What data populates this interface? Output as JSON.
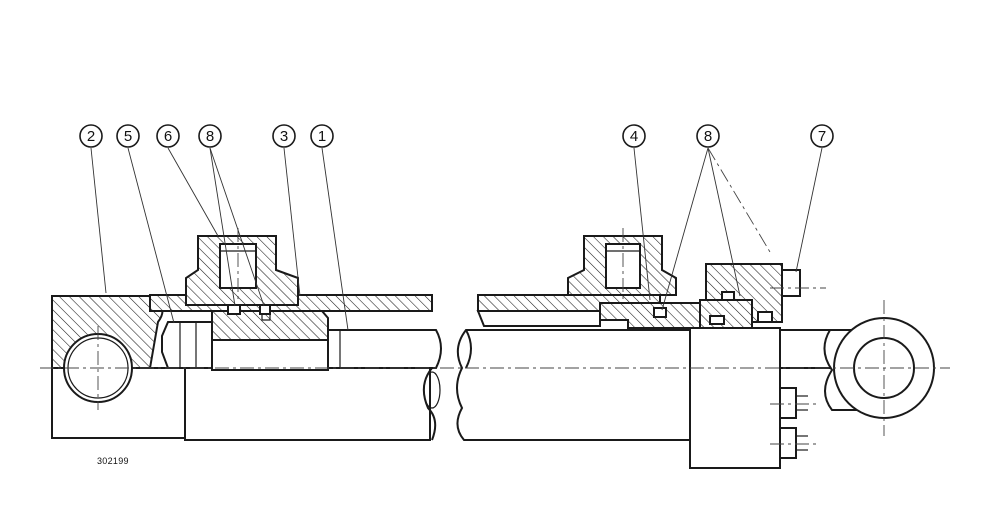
{
  "drawing": {
    "code": "302199",
    "callouts": [
      {
        "id": "c2",
        "label": "2"
      },
      {
        "id": "c5",
        "label": "5"
      },
      {
        "id": "c6",
        "label": "6"
      },
      {
        "id": "c8a",
        "label": "8"
      },
      {
        "id": "c3",
        "label": "3"
      },
      {
        "id": "c1",
        "label": "1"
      },
      {
        "id": "c4",
        "label": "4"
      },
      {
        "id": "c8b",
        "label": "8"
      },
      {
        "id": "c7",
        "label": "7"
      }
    ]
  }
}
